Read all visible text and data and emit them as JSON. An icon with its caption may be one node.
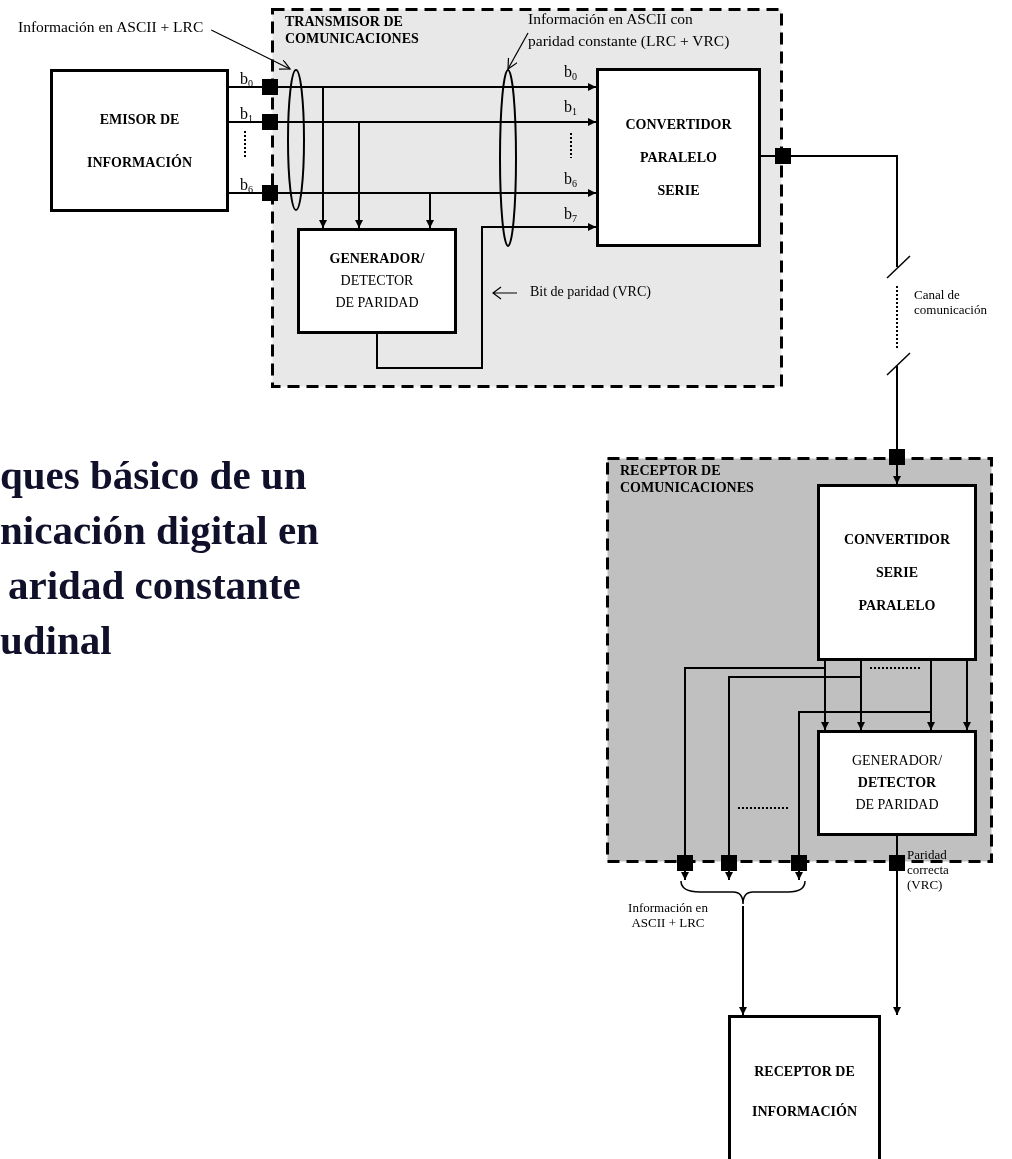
{
  "diagram": {
    "nodes": [
      {
        "text": [
          "Información en ASCII + LRC"
        ]
      },
      {
        "text": [
          "TRANSMISOR DE COMUNICACIONES"
        ]
      },
      {
        "text": [],
        "shape": "ellipse",
        "in": 1
      },
      {
        "text": [
          "Información en ASCII con paridad constante (LRC + VRC)"
        ],
        "in": 1
      },
      {
        "text": [],
        "shape": "ellipse",
        "in": 1
      },
      {
        "text": [
          "EMISOR DE INFORMACIÓN"
        ]
      },
      {
        "text": [
          "CONVERTIDOR PARALELO SERIE"
        ],
        "in": 1
      },
      {
        "text": [
          "**GENERADOR/** DETECTOR DE PARIDAD"
        ],
        "in": 1
      },
      {
        "text": [
          "RECEPTOR DE COMUNICACIONES"
        ]
      },
      {
        "text": [
          "CONVERTIDOR SERIE PARALELO"
        ],
        "in": 8
      },
      {
        "text": [
          "GENERADOR/ **DETECTOR** DE PARIDAD"
        ],
        "in": 8
      },
      {
        "text": [
          "RECEPTOR DE INFORMACIÓN"
        ]
      },
      {
        "text": [],
        "shape": "bracket"
      }
    ],
    "edges": [
      {
        "from": 0,
        "to": 2,
        "arrow": "to"
      },
      {
        "from": 3,
        "to": 4,
        "arrow": "to"
      },
      {
        "from": 5,
        "to": 6,
        "arrow": "to"
      },
      {
        "from": 5,
        "to": 6,
        "arrow": "to"
      },
      {
        "from": 5,
        "to": 6,
        "arrow": "to"
      },
      {
        "from": 5,
        "to": 7,
        "arrow": "to"
      },
      {
        "from": 5,
        "to": 7,
        "arrow": "to"
      },
      {
        "from": 5,
        "to": 7,
        "arrow": "to"
      },
      {
        "from": 7,
        "to": 6,
        "arrow": "to"
      },
      {
        "from": 6,
        "to": 9,
        "arrow": "to",
        "label": "Canal de comunicación",
        "style": "dashed"
      },
      {
        "from": 9,
        "to": 10,
        "arrow": "to"
      },
      {
        "from": 9,
        "to": 10,
        "arrow": "to"
      },
      {
        "from": 9,
        "to": 10,
        "arrow": "to"
      },
      {
        "from": 9,
        "to": 10,
        "arrow": "to"
      },
      {
        "from": 9,
        "to": 12,
        "arrow": "to"
      },
      {
        "from": 9,
        "to": 12,
        "arrow": "to"
      },
      {
        "from": 9,
        "to": 12,
        "arrow": "to"
      },
      {
        "from": 10,
        "to": 11,
        "arrow": "to",
        "label": "Paridad correcta (VRC)"
      },
      {
        "from": 12,
        "to": 11,
        "arrow": "to",
        "label": "Información en ASCII + LRC"
      }
    ],
    "labels": [
      "b$_{0}$",
      "b$_{1}$",
      "b$_{6}$",
      "b$_{0}$",
      "b$_{1}$",
      "b$_{6}$",
      "b$_{7}$",
      "Bit de paridad (VRC)",
      "ques básico de un",
      "nicación digital en",
      "aridad constante",
      "udinal"
    ]
  }
}
